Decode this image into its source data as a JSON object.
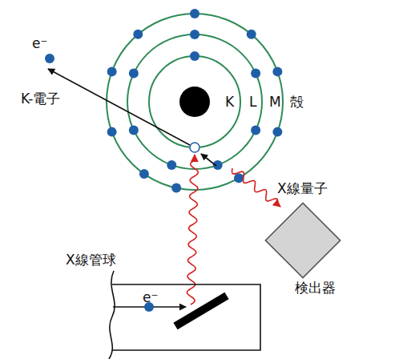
{
  "diagram": {
    "nodes": [
      {
        "text": [
          "X線管球",
          "e⁻"
        ]
      },
      {
        "text": [
          "検出器"
        ]
      }
    ],
    "labels": [
      "e⁻",
      "K-電子",
      "K",
      "L",
      "M",
      "殻",
      "X線量子"
    ]
  }
}
